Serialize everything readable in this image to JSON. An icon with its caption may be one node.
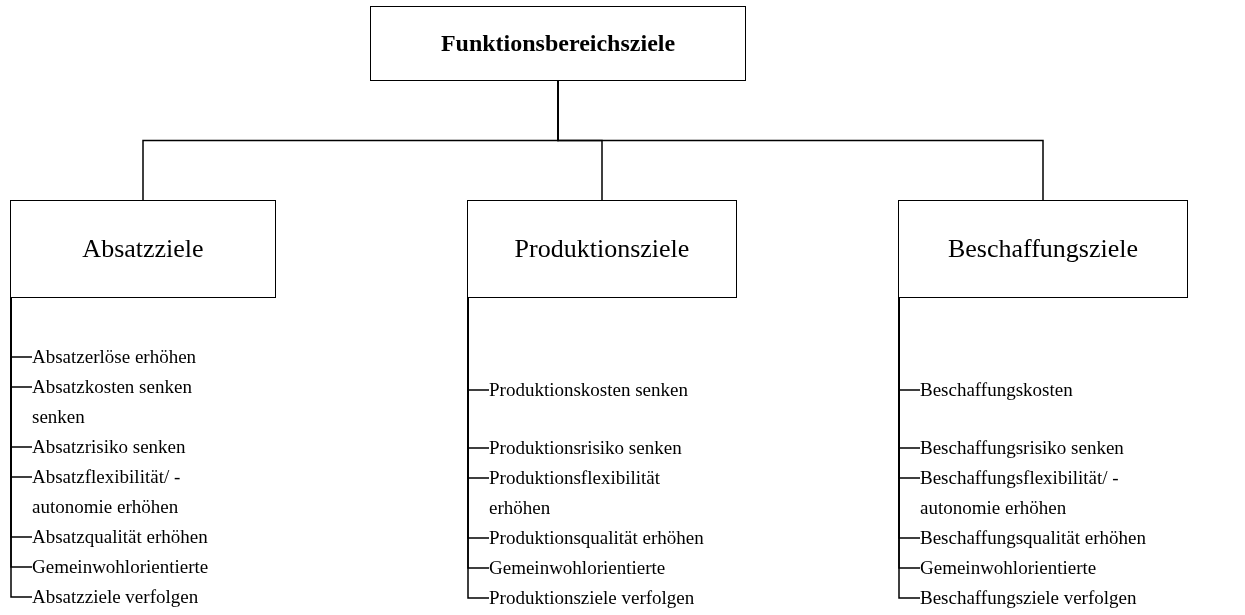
{
  "diagram": {
    "nodes": [
      {
        "text": [
          "Funktionsbereichsziele"
        ]
      },
      {
        "text": [
          "Absatzziele"
        ]
      },
      {
        "text": [
          "Produktionsziele"
        ]
      },
      {
        "text": [
          "Beschaffungsziele"
        ]
      },
      {
        "text": [
          "Absatzerlöse erhöhen"
        ]
      },
      {
        "text": [
          "Absatzkosten senken senken"
        ]
      },
      {
        "text": [
          "Absatzrisiko senken"
        ]
      },
      {
        "text": [
          "Absatzflexibilität/ -autonomie erhöhen"
        ]
      },
      {
        "text": [
          "Absatzqualität erhöhen"
        ]
      },
      {
        "text": [
          "Gemeinwohlorientierte"
        ]
      },
      {
        "text": [
          "Absatzziele verfolgen"
        ]
      },
      {
        "text": [
          "Produktionskosten senken"
        ]
      },
      {
        "text": [
          "Produktionsrisiko senken"
        ]
      },
      {
        "text": [
          "Produktionsflexibilität erhöhen"
        ]
      },
      {
        "text": [
          "Produktionsqualität erhöhen"
        ]
      },
      {
        "text": [
          "Gemeinwohlorientierte"
        ]
      },
      {
        "text": [
          "Produktionsziele verfolgen"
        ]
      },
      {
        "text": [
          "Beschaffungskosten"
        ]
      },
      {
        "text": [
          "Beschaffungsrisiko senken"
        ]
      },
      {
        "text": [
          "Beschaffungsflexibilität/ -autonomie erhöhen"
        ]
      },
      {
        "text": [
          "Beschaffungsqualität erhöhen"
        ]
      },
      {
        "text": [
          "Gemeinwohlorientierte"
        ]
      },
      {
        "text": [
          "Beschaffungsziele verfolgen"
        ]
      }
    ],
    "edges": [
      {
        "from": 0,
        "to": 1,
        "arrow": "none"
      },
      {
        "from": 0,
        "to": 2,
        "arrow": "none"
      },
      {
        "from": 0,
        "to": 3,
        "arrow": "none"
      },
      {
        "from": 1,
        "to": 4,
        "arrow": "none"
      },
      {
        "from": 1,
        "to": 5,
        "arrow": "none"
      },
      {
        "from": 1,
        "to": 6,
        "arrow": "none"
      },
      {
        "from": 1,
        "to": 7,
        "arrow": "none"
      },
      {
        "from": 1,
        "to": 8,
        "arrow": "none"
      },
      {
        "from": 1,
        "to": 9,
        "arrow": "none"
      },
      {
        "from": 1,
        "to": 10,
        "arrow": "none"
      },
      {
        "from": 2,
        "to": 11,
        "arrow": "none"
      },
      {
        "from": 2,
        "to": 12,
        "arrow": "none"
      },
      {
        "from": 2,
        "to": 13,
        "arrow": "none"
      },
      {
        "from": 2,
        "to": 14,
        "arrow": "none"
      },
      {
        "from": 2,
        "to": 15,
        "arrow": "none"
      },
      {
        "from": 2,
        "to": 16,
        "arrow": "none"
      },
      {
        "from": 3,
        "to": 17,
        "arrow": "none"
      },
      {
        "from": 3,
        "to": 18,
        "arrow": "none"
      },
      {
        "from": 3,
        "to": 19,
        "arrow": "none"
      },
      {
        "from": 3,
        "to": 20,
        "arrow": "none"
      },
      {
        "from": 3,
        "to": 21,
        "arrow": "none"
      },
      {
        "from": 3,
        "to": 22,
        "arrow": "none"
      }
    ]
  }
}
